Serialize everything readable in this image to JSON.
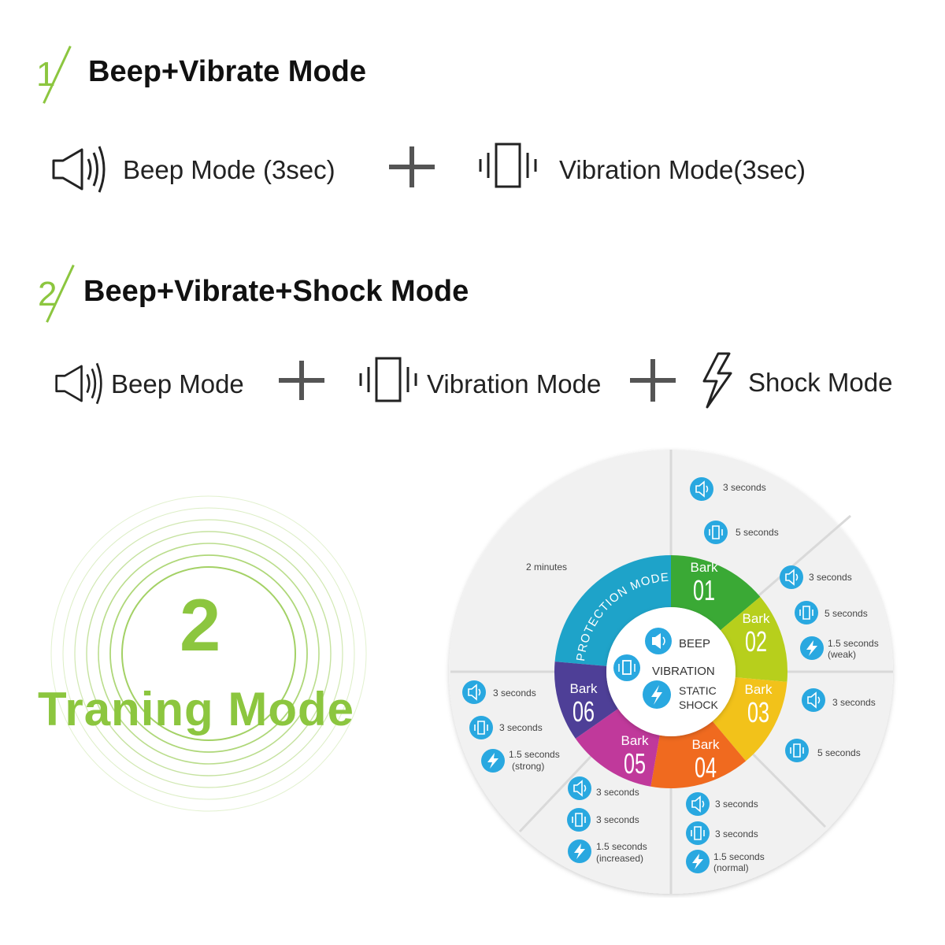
{
  "section1": {
    "number": "1",
    "title": "Beep+Vibrate Mode",
    "beep_label": "Beep Mode (3sec)",
    "vibration_label": "Vibration Mode(3sec)"
  },
  "section2": {
    "number": "2",
    "title": "Beep+Vibrate+Shock Mode",
    "beep_label": "Beep Mode",
    "vibration_label": "Vibration Mode",
    "shock_label": "Shock Mode"
  },
  "training": {
    "number": "2",
    "label": "Traning Mode"
  },
  "wheel": {
    "protection_label": "PROTECTION MODE",
    "protection_duration": "2 minutes",
    "center": {
      "beep": "BEEP",
      "vibration": "VIBRATION",
      "shock_line1": "STATIC",
      "shock_line2": "SHOCK"
    },
    "barks": [
      {
        "label": "Bark",
        "number": "01",
        "color": "#3aa935"
      },
      {
        "label": "Bark",
        "number": "02",
        "color": "#b7cf1c"
      },
      {
        "label": "Bark",
        "number": "03",
        "color": "#f2c21a"
      },
      {
        "label": "Bark",
        "number": "04",
        "color": "#f06a1f"
      },
      {
        "label": "Bark",
        "number": "05",
        "color": "#c0399b"
      },
      {
        "label": "Bark",
        "number": "06",
        "color": "#4e3f97"
      }
    ],
    "protection_color": "#1ea3c9",
    "bark01_items": [
      "3 seconds",
      "5 seconds"
    ],
    "bark02_items": [
      "3 seconds",
      "5 seconds",
      "1.5 seconds",
      "(weak)"
    ],
    "bark03_items": [
      "3 seconds",
      "5 seconds"
    ],
    "bark04_items": [
      "3 seconds",
      "3 seconds",
      "1.5 seconds",
      "(normal)"
    ],
    "bark05_items": [
      "3 seconds",
      "3 seconds",
      "1.5 seconds",
      "(increased)"
    ],
    "bark06_items": [
      "3 seconds",
      "3 seconds",
      "1.5 seconds",
      "(strong)"
    ]
  }
}
